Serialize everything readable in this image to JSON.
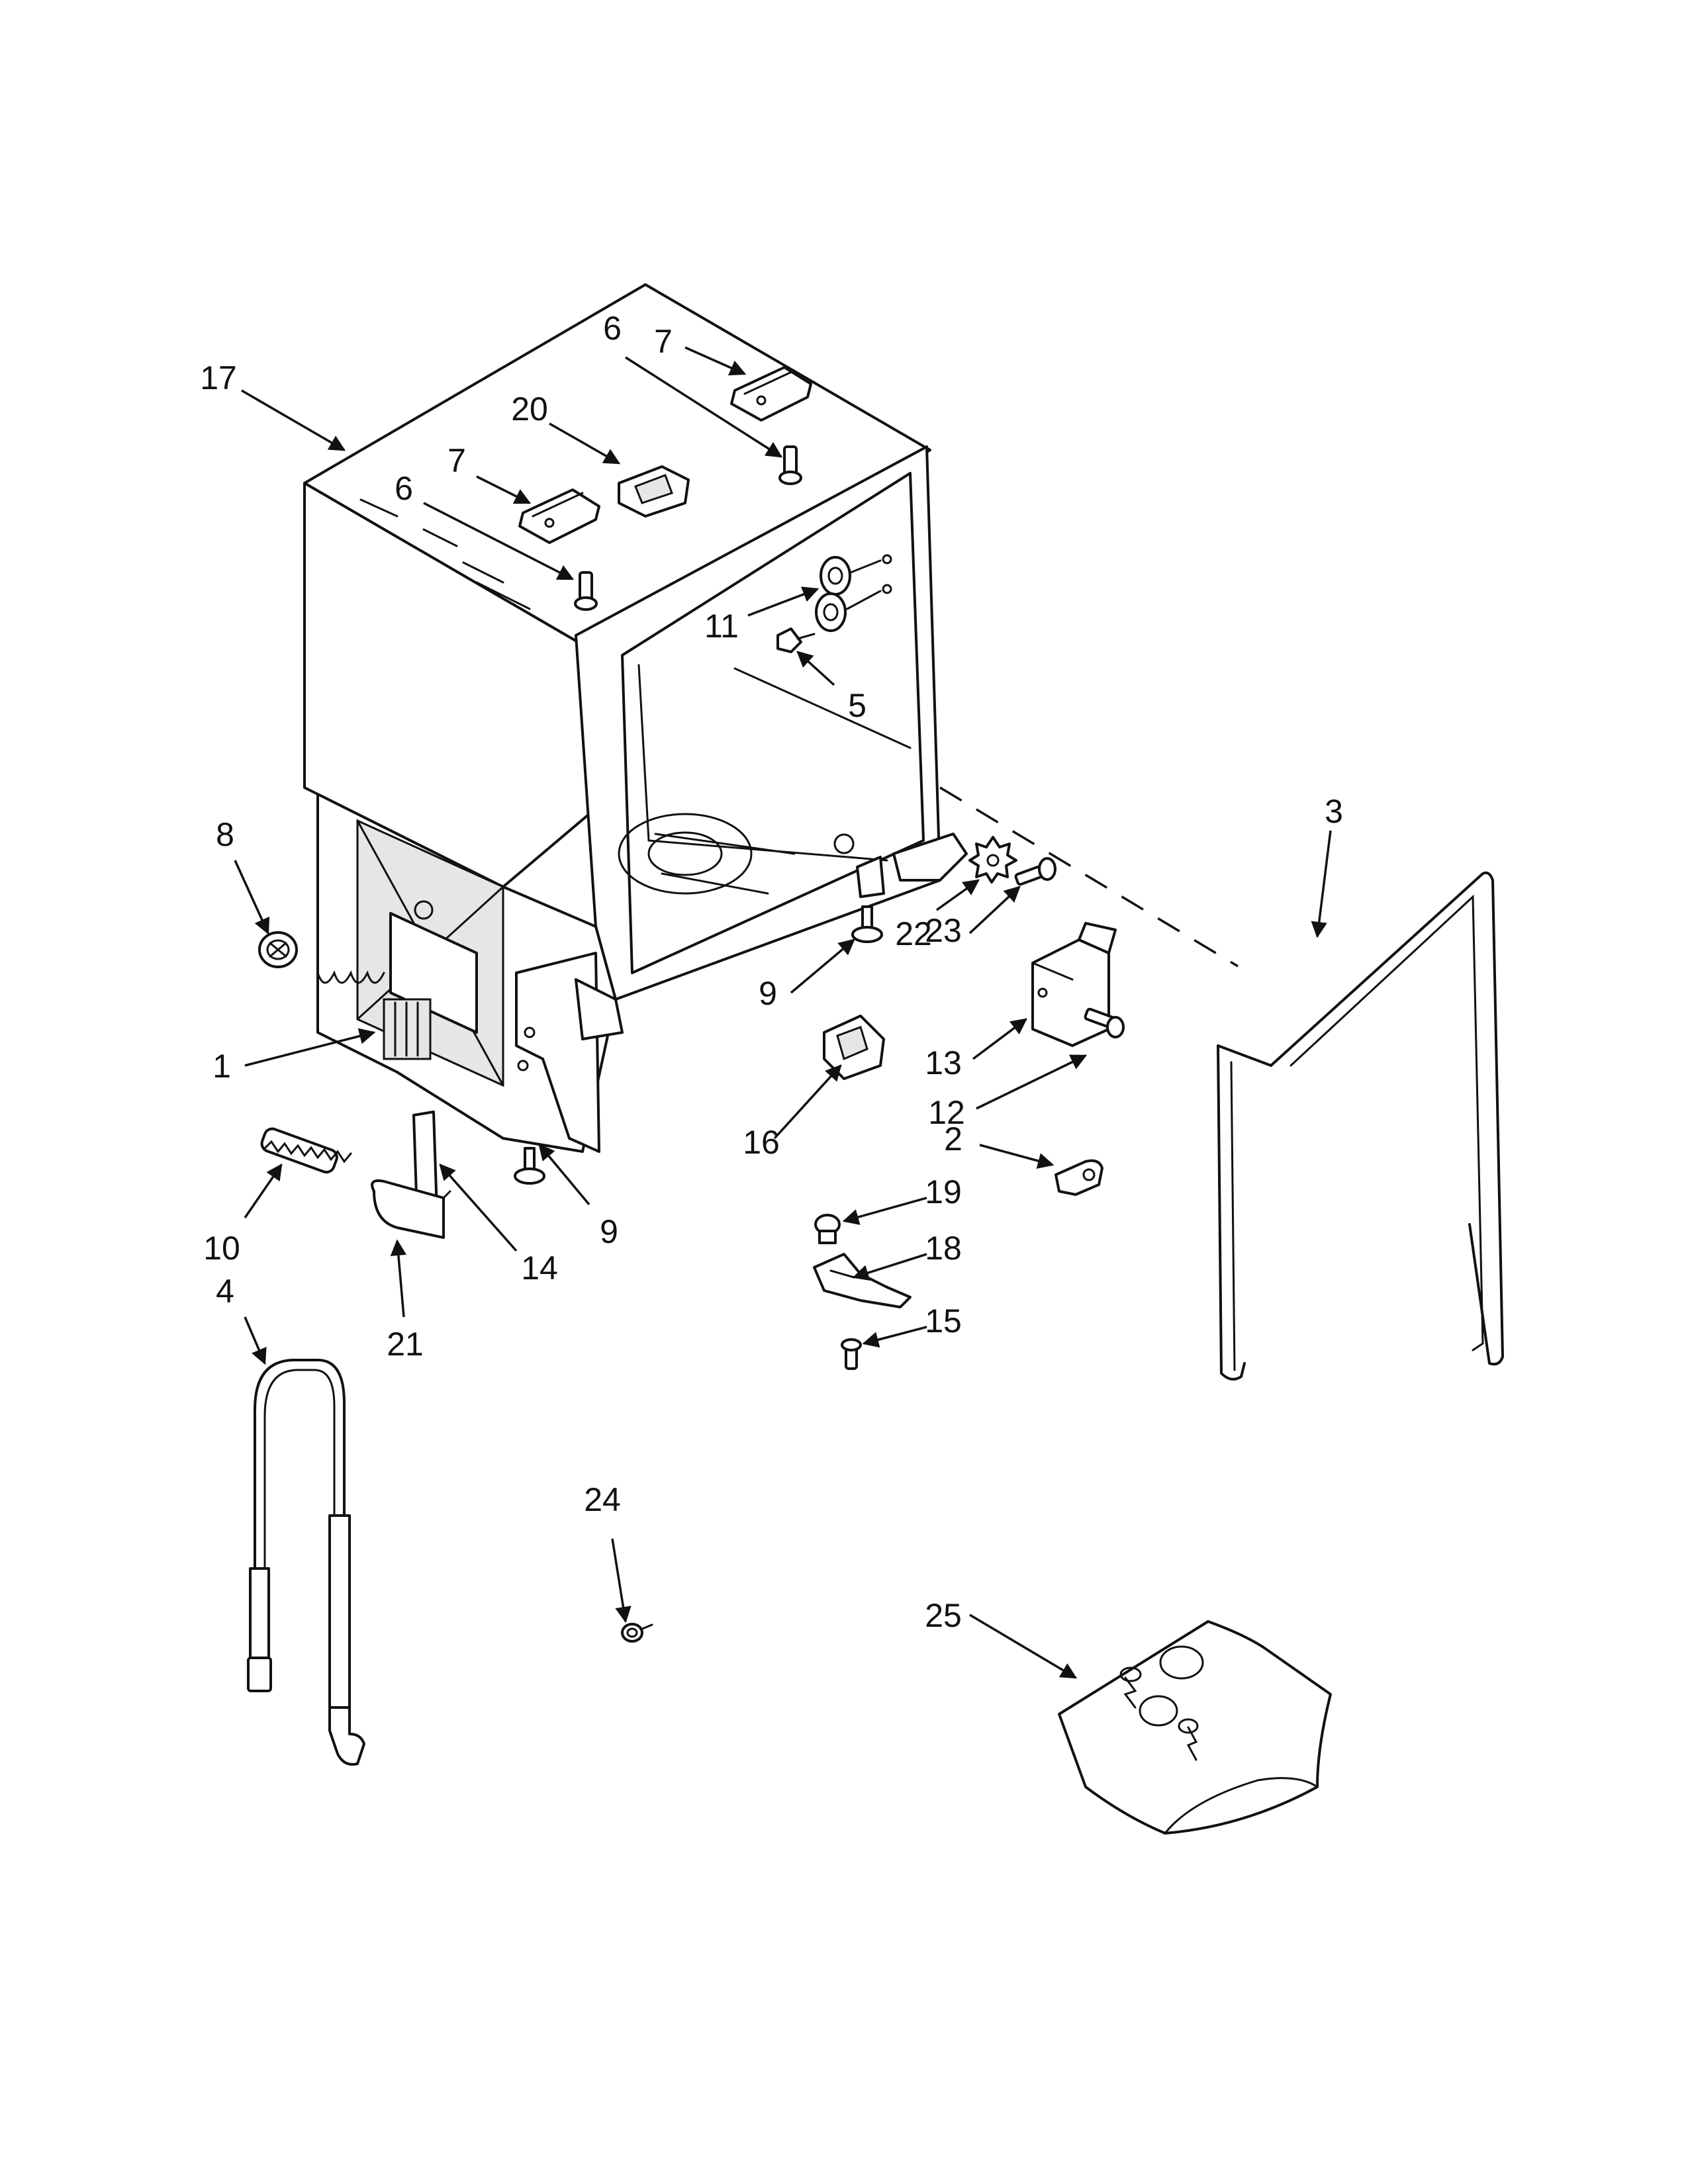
{
  "callouts": [
    {
      "label": "17"
    },
    {
      "label": "7"
    },
    {
      "label": "6"
    },
    {
      "label": "20"
    },
    {
      "label": "7"
    },
    {
      "label": "6"
    },
    {
      "label": "11"
    },
    {
      "label": "5"
    },
    {
      "label": "8"
    },
    {
      "label": "3"
    },
    {
      "label": "22"
    },
    {
      "label": "23"
    },
    {
      "label": "9"
    },
    {
      "label": "13"
    },
    {
      "label": "12"
    },
    {
      "label": "1"
    },
    {
      "label": "16"
    },
    {
      "label": "2"
    },
    {
      "label": "10"
    },
    {
      "label": "9"
    },
    {
      "label": "14"
    },
    {
      "label": "19"
    },
    {
      "label": "18"
    },
    {
      "label": "4"
    },
    {
      "label": "21"
    },
    {
      "label": "15"
    },
    {
      "label": "24"
    },
    {
      "label": "25"
    }
  ]
}
